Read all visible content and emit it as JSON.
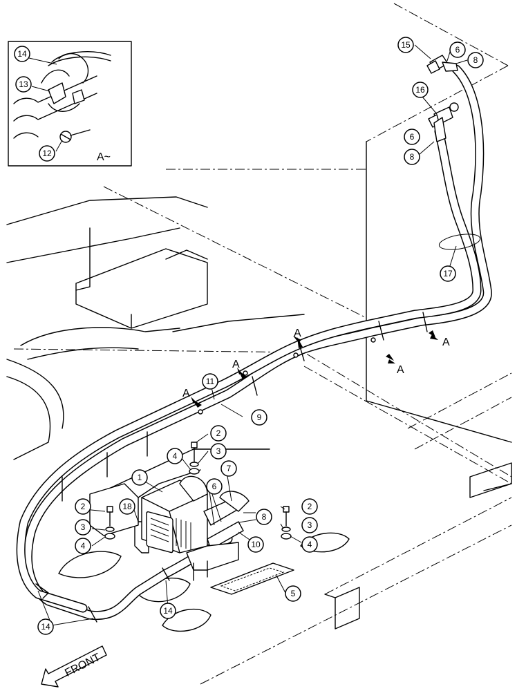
{
  "callouts": [
    {
      "id": "c1",
      "label": "1"
    },
    {
      "id": "c2a",
      "label": "2"
    },
    {
      "id": "c2b",
      "label": "2"
    },
    {
      "id": "c2c",
      "label": "2"
    },
    {
      "id": "c3a",
      "label": "3"
    },
    {
      "id": "c3b",
      "label": "3"
    },
    {
      "id": "c3c",
      "label": "3"
    },
    {
      "id": "c4a",
      "label": "4"
    },
    {
      "id": "c4b",
      "label": "4"
    },
    {
      "id": "c4c",
      "label": "4"
    },
    {
      "id": "c5",
      "label": "5"
    },
    {
      "id": "c6a",
      "label": "6"
    },
    {
      "id": "c6b",
      "label": "6"
    },
    {
      "id": "c6c",
      "label": "6"
    },
    {
      "id": "c7",
      "label": "7"
    },
    {
      "id": "c8a",
      "label": "8"
    },
    {
      "id": "c8b",
      "label": "8"
    },
    {
      "id": "c8c",
      "label": "8"
    },
    {
      "id": "c9",
      "label": "9"
    },
    {
      "id": "c10",
      "label": "10"
    },
    {
      "id": "c11",
      "label": "11"
    },
    {
      "id": "c12",
      "label": "12"
    },
    {
      "id": "c13",
      "label": "13"
    },
    {
      "id": "c14a",
      "label": "14"
    },
    {
      "id": "c14b",
      "label": "14"
    },
    {
      "id": "c14c",
      "label": "14"
    },
    {
      "id": "c15",
      "label": "15"
    },
    {
      "id": "c16",
      "label": "16"
    },
    {
      "id": "c17",
      "label": "17"
    },
    {
      "id": "c18",
      "label": "18"
    }
  ],
  "view_markers": {
    "detail_label": "A~",
    "arrow_label": "A"
  },
  "front_label": "FRONT"
}
